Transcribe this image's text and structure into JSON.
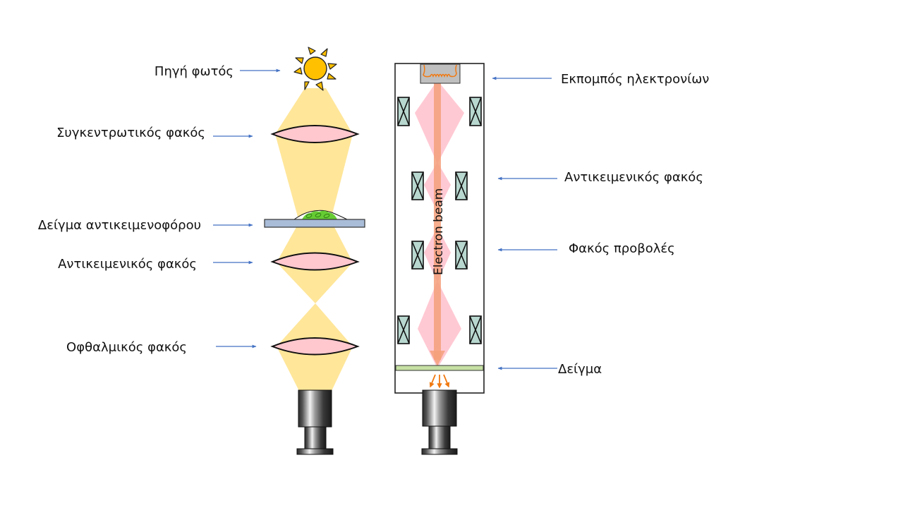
{
  "diagram": {
    "light_microscope": {
      "labels": {
        "light_source": "Πηγή φωτός",
        "condenser_lens": "Συγκεντρωτικός φακός",
        "slide_specimen": "Δείγμα αντικειμενοφόρου",
        "objective_lens": "Αντικειμενικός φακός",
        "ocular_lens": "Οφθαλμικός φακός"
      }
    },
    "electron_microscope": {
      "labels": {
        "electron_emitter": "Εκπομπός ηλεκτρονίων",
        "objective_lens": "Αντικειμενικός φακός",
        "projector_lens": "Φακός προβολές",
        "specimen": "Δείγμα"
      },
      "beam_label": "Electron beam"
    },
    "colors": {
      "light_cone": "#FFE699",
      "lens_fill": "#FFC7CE",
      "sun": "#FFC000",
      "slide": "#A9BCD8",
      "specimen_green": "#66CC33",
      "electron_cone": "#FFC0CB",
      "electron_beam": "#F4A07A",
      "coil": "#B8D8CF",
      "emitter": "#BFBFBF",
      "filament": "#F07810",
      "sample_strip": "#C6E0A4",
      "arrow": "#4472C4"
    }
  }
}
